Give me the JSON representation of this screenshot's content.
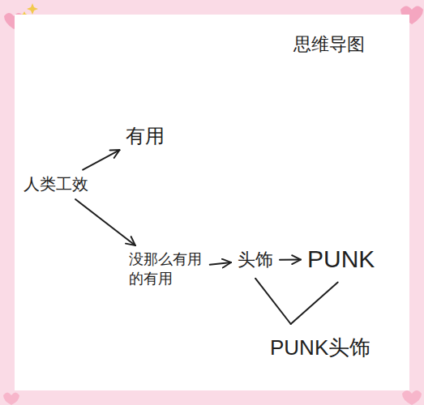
{
  "diagram": {
    "title": "思维导图",
    "nodes": [
      {
        "text": [
          "人类工效"
        ]
      },
      {
        "text": [
          "有用"
        ]
      },
      {
        "text": [
          "没那么有用的有用"
        ]
      },
      {
        "text": [
          "头饰"
        ]
      },
      {
        "text": [
          "PUNK"
        ]
      },
      {
        "text": [
          "PUNK头饰"
        ]
      }
    ],
    "edges": [
      {
        "from": 0,
        "to": 1,
        "arrow": "to"
      },
      {
        "from": 0,
        "to": 2,
        "arrow": "to"
      },
      {
        "from": 2,
        "to": 3,
        "arrow": "to"
      },
      {
        "from": 3,
        "to": 4,
        "arrow": "to"
      },
      {
        "from": 3,
        "to": 5,
        "arrow": "none"
      },
      {
        "from": 4,
        "to": 5,
        "arrow": "none"
      }
    ]
  }
}
